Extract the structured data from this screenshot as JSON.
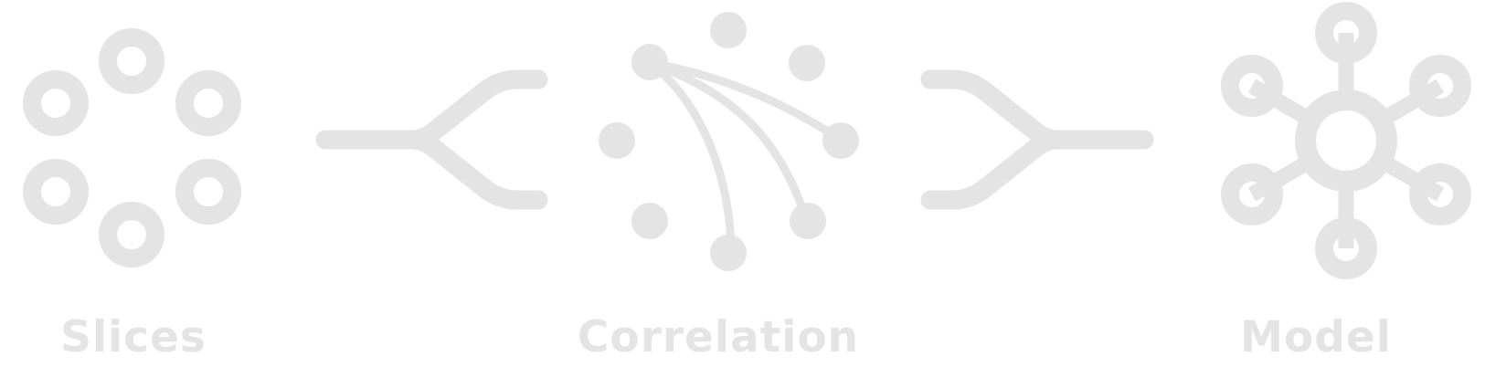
{
  "stages": [
    {
      "label": "Slices",
      "icon": "slices-icon"
    },
    {
      "label": "Correlation",
      "icon": "correlation-icon"
    },
    {
      "label": "Model",
      "icon": "model-icon"
    }
  ],
  "connectors": [
    {
      "icon": "split-arrow-icon"
    },
    {
      "icon": "merge-arrow-icon"
    }
  ],
  "colors": {
    "icon": "#e4e4e4",
    "background": "#ffffff"
  }
}
